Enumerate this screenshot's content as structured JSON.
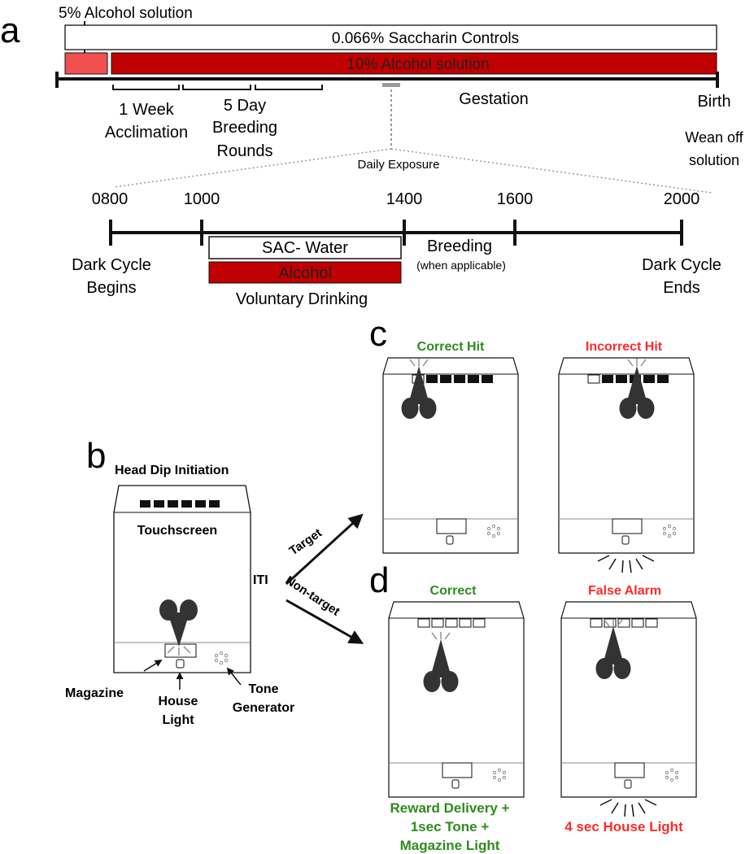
{
  "colors": {
    "alcohol_red": "#c00000",
    "alcohol_light": "#f05050",
    "green": "#2e8b1e",
    "red_text": "#ff2a2a",
    "stroke": "#111111",
    "gray": "#999999",
    "mouse": "#333333"
  },
  "panel_a": {
    "letter": "a",
    "five_pct": "5% Alcohol solution",
    "saccharin": "0.066% Saccharin Controls",
    "ten_pct": "10% Alcohol solution",
    "acclimation": [
      "1 Week",
      "Acclimation"
    ],
    "breeding_rounds": [
      "5 Day",
      "Breeding",
      "Rounds"
    ],
    "gestation": "Gestation",
    "birth": "Birth",
    "wean": [
      "Wean off",
      "solution"
    ],
    "daily_exposure": "Daily Exposure",
    "times": [
      "0800",
      "1000",
      "1400",
      "1600",
      "2000"
    ],
    "dark_begins": [
      "Dark Cycle",
      "Begins"
    ],
    "dark_ends": [
      "Dark Cycle",
      "Ends"
    ],
    "sac_water": "SAC- Water",
    "alcohol": "Alcohol",
    "voluntary": "Voluntary Drinking",
    "breeding": "Breeding",
    "when_applicable": "(when applicable)"
  },
  "panel_b": {
    "letter": "b",
    "head_dip": "Head Dip Initiation",
    "touchscreen": "Touchscreen",
    "magazine": "Magazine",
    "house_light": [
      "House",
      "Light"
    ],
    "tone_generator": [
      "Tone",
      "Generator"
    ],
    "iti": "ITI",
    "target": "Target",
    "non_target": "Non-target"
  },
  "panel_c": {
    "letter": "c",
    "correct_hit": "Correct Hit",
    "incorrect_hit": "Incorrect Hit"
  },
  "panel_d": {
    "letter": "d",
    "correct": "Correct",
    "false_alarm": "False Alarm",
    "reward": [
      "Reward Delivery +",
      "1sec Tone +",
      "Magazine Light"
    ],
    "house_light_4s": "4 sec House Light"
  }
}
